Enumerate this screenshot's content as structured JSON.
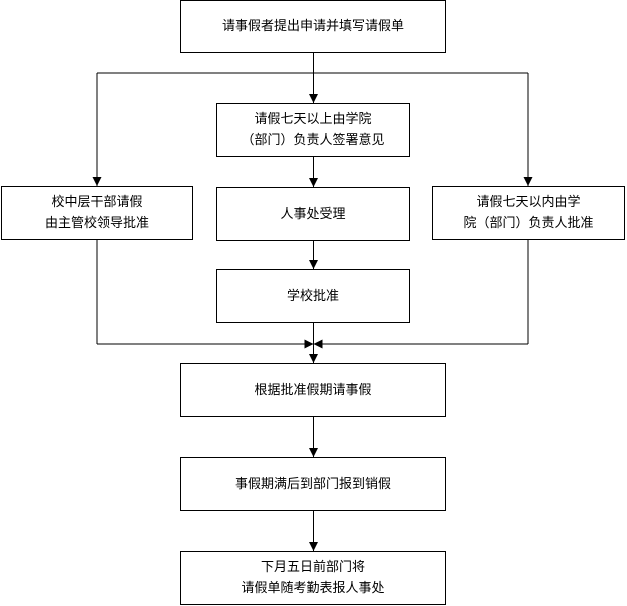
{
  "flowchart": {
    "nodes": {
      "apply": {
        "lines": [
          "请事假者提出申请并填写请假单"
        ]
      },
      "over7": {
        "lines": [
          "请假七天以上由学院",
          "（部门）负责人签署意见"
        ]
      },
      "cadre": {
        "lines": [
          "校中层干部请假",
          "由主管校领导批准"
        ]
      },
      "hr_accept": {
        "lines": [
          "人事处受理"
        ]
      },
      "within7": {
        "lines": [
          "请假七天以内由学",
          "院（部门）负责人批准"
        ]
      },
      "school": {
        "lines": [
          "学校批准"
        ]
      },
      "take_leave": {
        "lines": [
          "根据批准假期请事假"
        ]
      },
      "report_back": {
        "lines": [
          "事假期满后到部门报到销假"
        ]
      },
      "submit": {
        "lines": [
          "下月五日前部门将",
          "请假单随考勤表报人事处"
        ]
      }
    }
  }
}
